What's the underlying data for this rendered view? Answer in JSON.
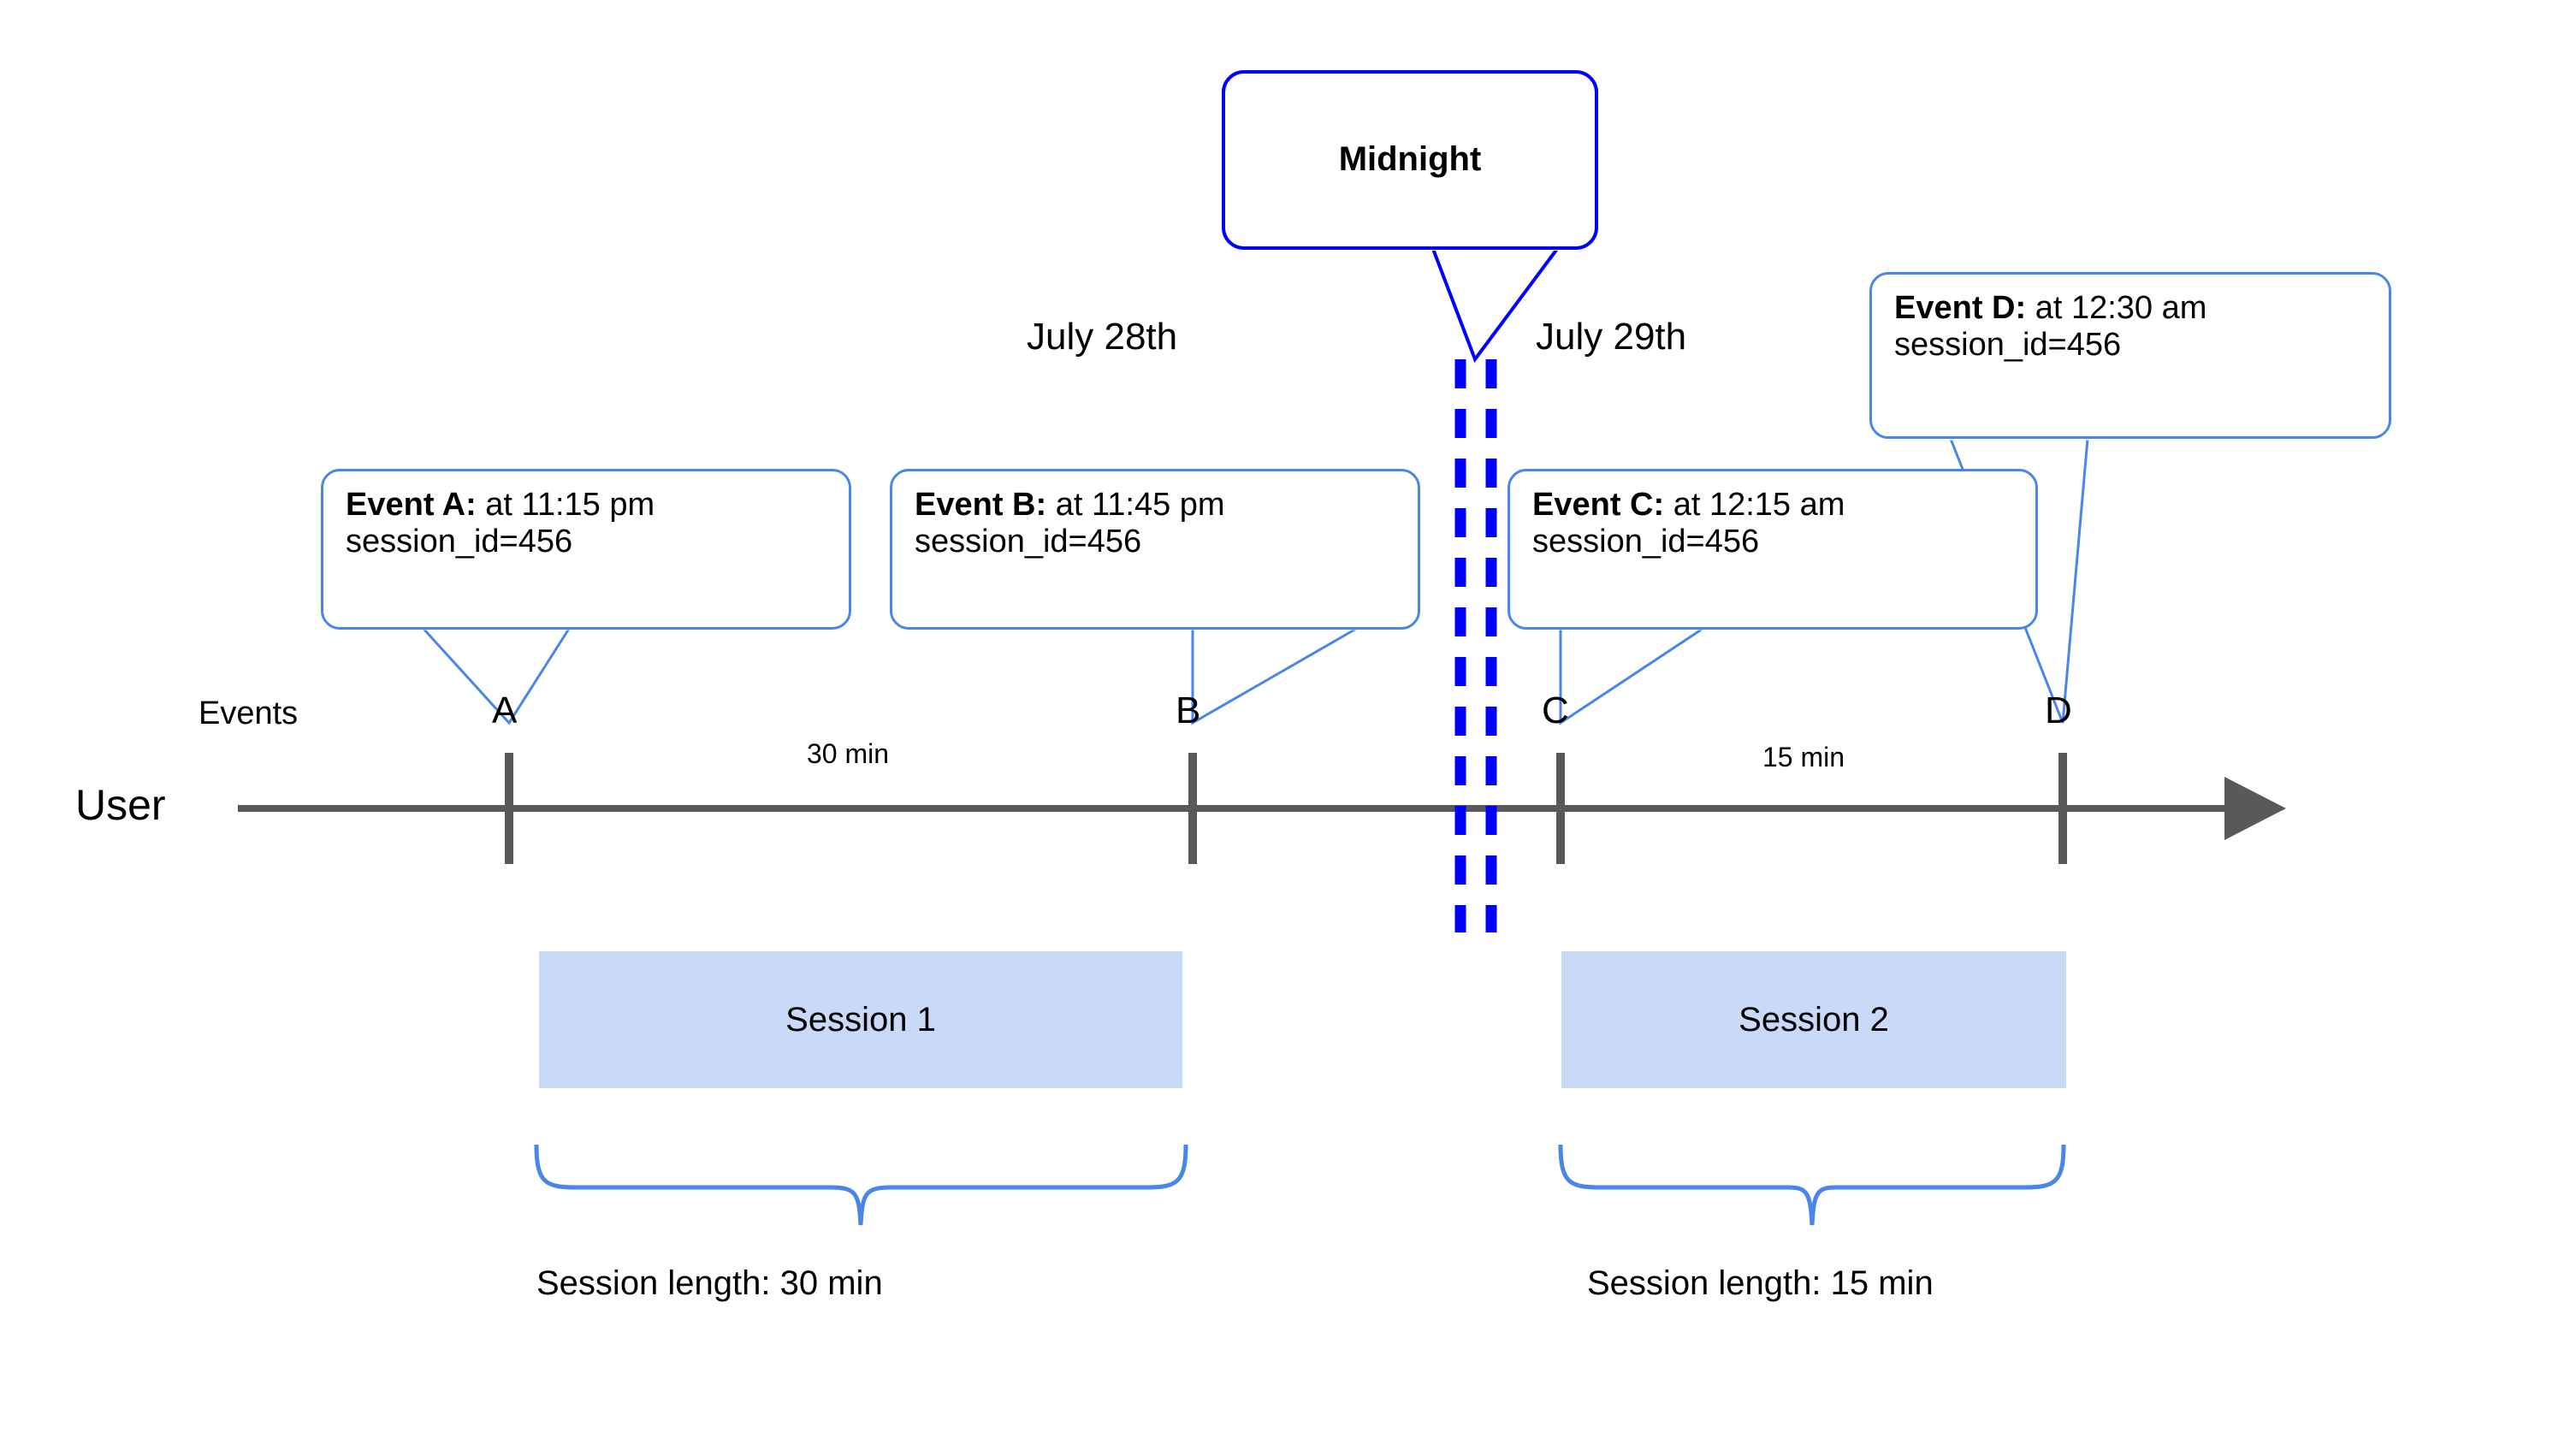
{
  "diagram": {
    "title_callout": {
      "label": "Midnight"
    },
    "axis": {
      "row_label": "User",
      "events_label": "Events",
      "arrow": "arrow-right"
    },
    "dates": [
      {
        "label": "July 28th"
      },
      {
        "label": "July 29th"
      }
    ],
    "markers": [
      {
        "id": "A",
        "label": "A"
      },
      {
        "id": "B",
        "label": "B"
      },
      {
        "id": "C",
        "label": "C"
      },
      {
        "id": "D",
        "label": "D"
      }
    ],
    "durations": [
      {
        "label": "30 min"
      },
      {
        "label": "15 min"
      }
    ],
    "event_callouts": [
      {
        "id": "A",
        "title": "Event A:",
        "time": " at 11:15 pm",
        "attribute": "session_id=456"
      },
      {
        "id": "B",
        "title": "Event B:",
        "time": " at 11:45 pm",
        "attribute": "session_id=456"
      },
      {
        "id": "C",
        "title": "Event C:",
        "time": " at 12:15 am",
        "attribute": "session_id=456"
      },
      {
        "id": "D",
        "title": "Event D:",
        "time": " at 12:30 am",
        "attribute": "session_id=456"
      }
    ],
    "sessions": [
      {
        "bar_label": "Session 1",
        "length_label": "Session length: 30 min"
      },
      {
        "bar_label": "Session 2",
        "length_label": "Session length: 15 min"
      }
    ],
    "colors": {
      "callout_border": "#4a86e8",
      "midnight_border": "#0000ff",
      "midnight_dash": "#0000ff",
      "session_fill": "#c9daf8",
      "axis": "#595959",
      "brace": "#4a86e8",
      "text": "#000000"
    }
  },
  "chart_data": {
    "type": "timeline",
    "title": "Sessionization across midnight",
    "xlabel": "",
    "ylabel": "User",
    "grid": false,
    "legend": "none",
    "day_boundary": {
      "label": "Midnight",
      "between": [
        "July 28th",
        "July 29th"
      ]
    },
    "events": [
      {
        "name": "A",
        "time": "11:15 pm",
        "date": "July 28th",
        "session_id": "456",
        "session": "Session 1"
      },
      {
        "name": "B",
        "time": "11:45 pm",
        "date": "July 28th",
        "session_id": "456",
        "session": "Session 1"
      },
      {
        "name": "C",
        "time": "12:15 am",
        "date": "July 29th",
        "session_id": "456",
        "session": "Session 2"
      },
      {
        "name": "D",
        "time": "12:30 am",
        "date": "July 29th",
        "session_id": "456",
        "session": "Session 2"
      }
    ],
    "gaps": [
      {
        "from": "A",
        "to": "B",
        "label": "30 min",
        "minutes": 30
      },
      {
        "from": "C",
        "to": "D",
        "label": "15 min",
        "minutes": 15
      }
    ],
    "sessions": [
      {
        "name": "Session 1",
        "events": [
          "A",
          "B"
        ],
        "length_label": "Session length: 30 min",
        "minutes": 30
      },
      {
        "name": "Session 2",
        "events": [
          "C",
          "D"
        ],
        "length_label": "Session length: 15 min",
        "minutes": 15
      }
    ]
  }
}
